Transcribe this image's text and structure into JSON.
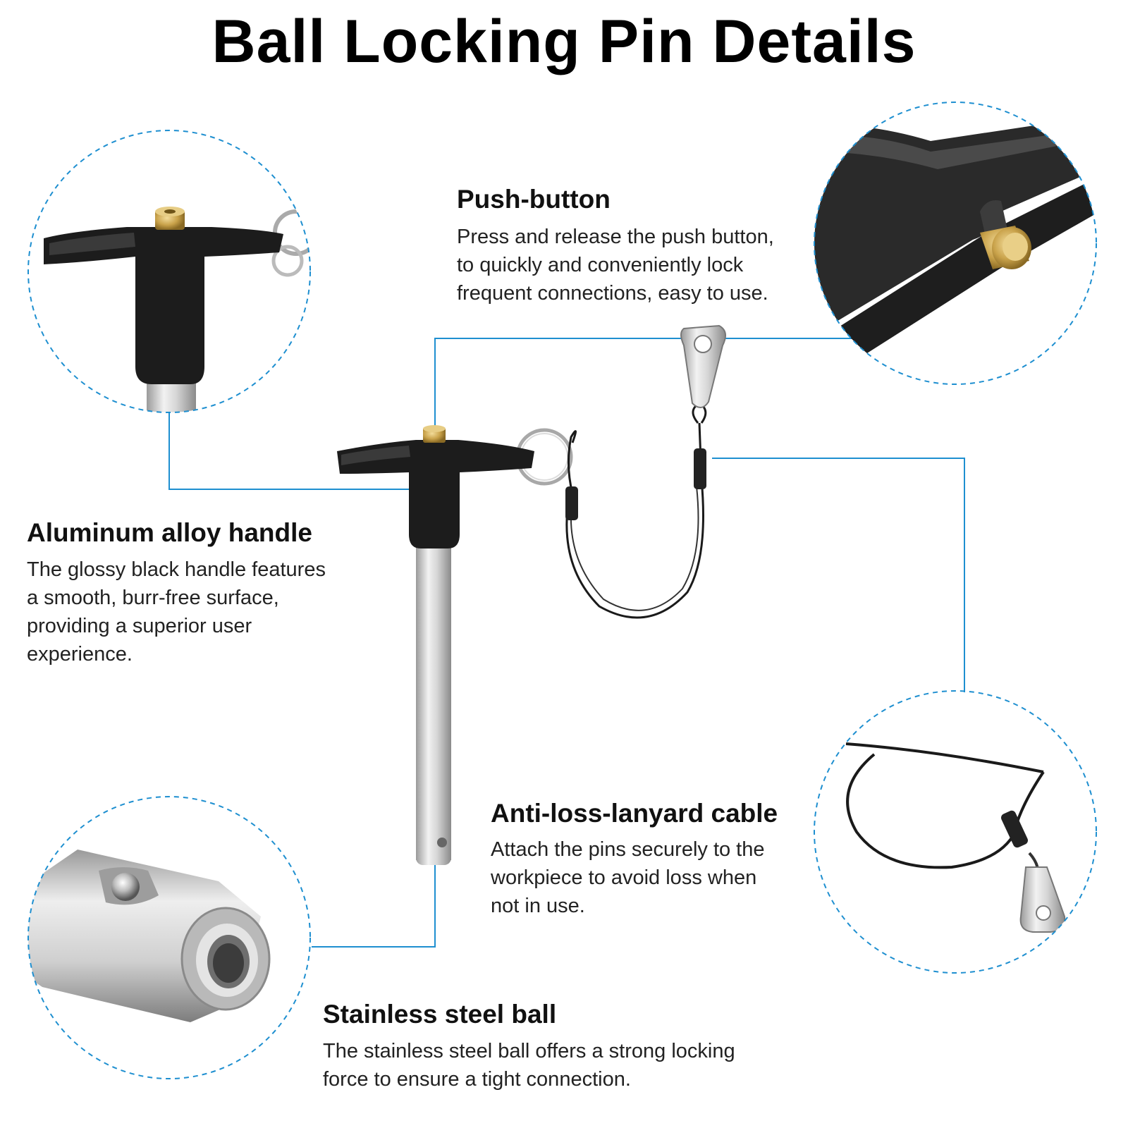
{
  "page": {
    "title": "Ball Locking Pin Details"
  },
  "callouts": {
    "push_button": {
      "heading": "Push-button",
      "lines": [
        "Press and release the push button,",
        "to quickly and conveniently lock",
        "frequent connections, easy to use."
      ]
    },
    "handle": {
      "heading": "Aluminum alloy handle",
      "lines": [
        "The glossy black handle features",
        "a smooth, burr-free surface,",
        "providing a superior user",
        "experience."
      ]
    },
    "lanyard": {
      "heading": "Anti-loss-lanyard cable",
      "lines": [
        "Attach the pins securely to the",
        "workpiece to avoid loss when",
        "not in use."
      ]
    },
    "ball": {
      "heading": "Stainless steel ball",
      "lines": [
        "The stainless steel ball offers a strong locking",
        "force to ensure a tight connection."
      ]
    }
  },
  "colors": {
    "accent_blue": "#1e8fd0",
    "handle_black": "#1a1a1a",
    "brass": "#c9a24a",
    "steel": "#c8c8c8"
  },
  "icons": [
    "handle-detail-image",
    "push-button-detail-image",
    "steel-ball-detail-image",
    "lanyard-detail-image",
    "ball-locking-pin-image"
  ]
}
